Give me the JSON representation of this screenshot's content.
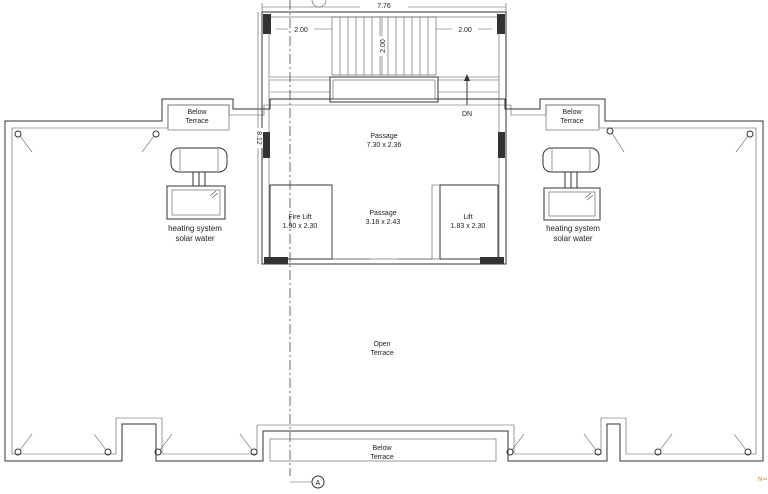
{
  "dimensions": {
    "overall_width": "7.76",
    "left_gap": "2.00",
    "right_gap": "2.00",
    "stair_depth": "2.00",
    "overall_depth": "8.12"
  },
  "rooms": {
    "passage_top": {
      "name": "Passage",
      "size": "7.30 x 2.36"
    },
    "passage_bottom": {
      "name": "Passage",
      "size": "3.18 x 2.43"
    },
    "fire_lift": {
      "name": "Fire Lift",
      "size": "1.90 x 2.30"
    },
    "lift": {
      "name": "Lift",
      "size": "1.83 x 2.30"
    },
    "below_terrace_left": {
      "line1": "Below",
      "line2": "Terrace"
    },
    "below_terrace_right": {
      "line1": "Below",
      "line2": "Terrace"
    },
    "below_terrace_bottom": {
      "line1": "Below",
      "line2": "Terrace"
    },
    "open_terrace": {
      "line1": "Open",
      "line2": "Terrace"
    }
  },
  "stair": {
    "direction": "DN"
  },
  "equipment": {
    "solar_left": {
      "line1": "heating system",
      "line2": "solar water"
    },
    "solar_right": {
      "line1": "heating system",
      "line2": "solar water"
    }
  },
  "grid_marker": "A",
  "north_label": "N"
}
